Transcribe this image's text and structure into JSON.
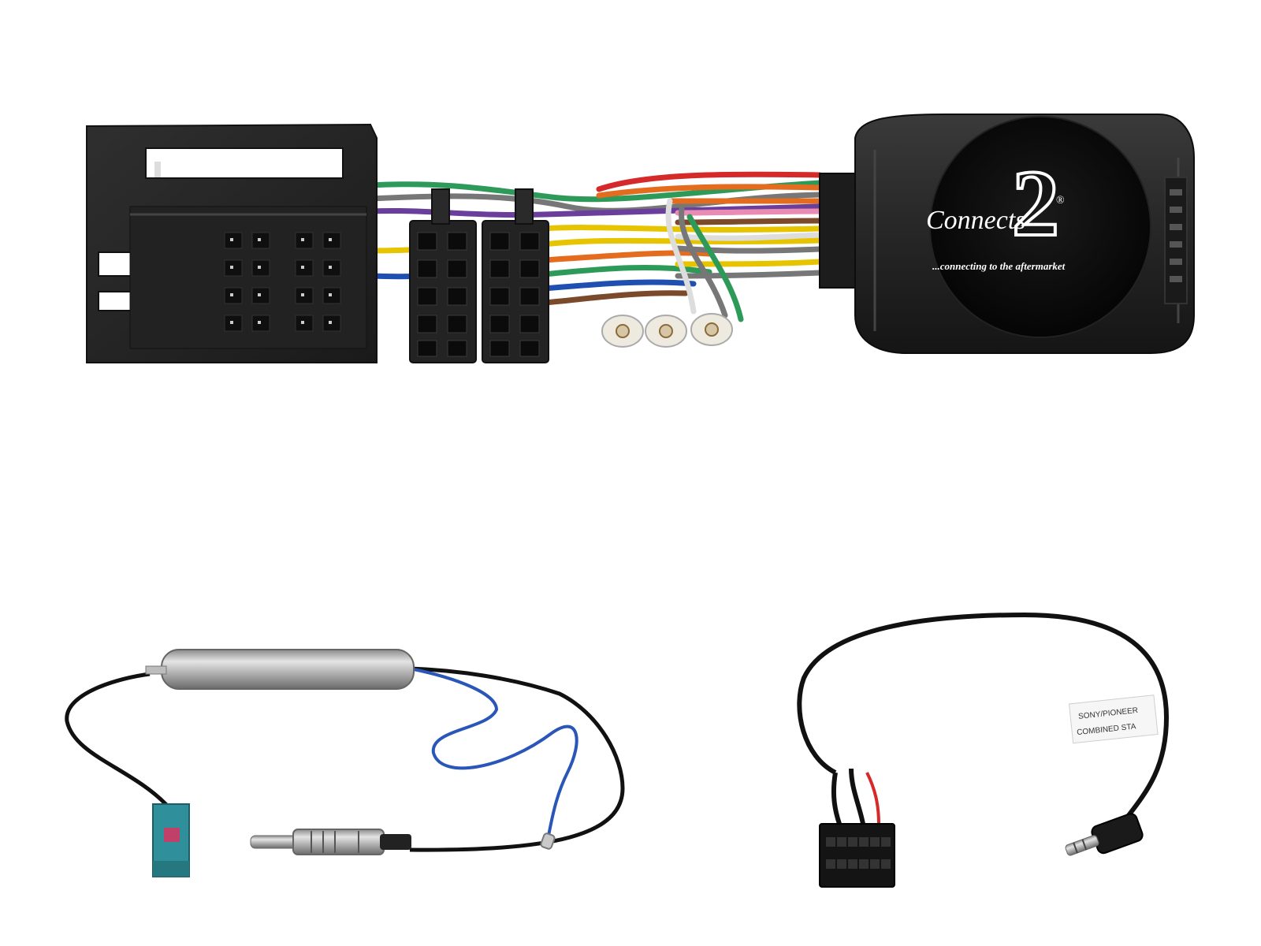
{
  "product": {
    "logo": {
      "numeral": "2",
      "wordmark": "Connects",
      "registered_mark": "®",
      "tagline": "...connecting to the aftermarket"
    },
    "patch_lead_tag": {
      "line1": "SONY/PIONEER",
      "line2": "COMBINED STA"
    },
    "colors": {
      "background": "#ffffff",
      "housing": "#2b2b2b",
      "connector_black": "#1e1e1e",
      "fakra_blue": "#2f8f9a",
      "fakra_key": "#c0406a",
      "antenna_wire": "#2a56b8",
      "metal": "#b7b7b7"
    },
    "wire_colors": [
      "#2e9a5a",
      "#6a3f9c",
      "#e6c400",
      "#e36c1f",
      "#d62a2a",
      "#1f4fb0",
      "#7a4a2a",
      "#777777",
      "#e98bb3",
      "#dddddd"
    ],
    "components": [
      {
        "name": "Quadlock vehicle connector",
        "icon": "quadlock-connector-icon"
      },
      {
        "name": "ISO connectors",
        "icon": "iso-connector-icon"
      },
      {
        "name": "Steering control interface",
        "icon": "interface-box-icon"
      },
      {
        "name": "FAKRA antenna adaptor",
        "icon": "fakra-adaptor-icon"
      },
      {
        "name": "Patch lead",
        "icon": "patch-lead-icon"
      }
    ]
  }
}
